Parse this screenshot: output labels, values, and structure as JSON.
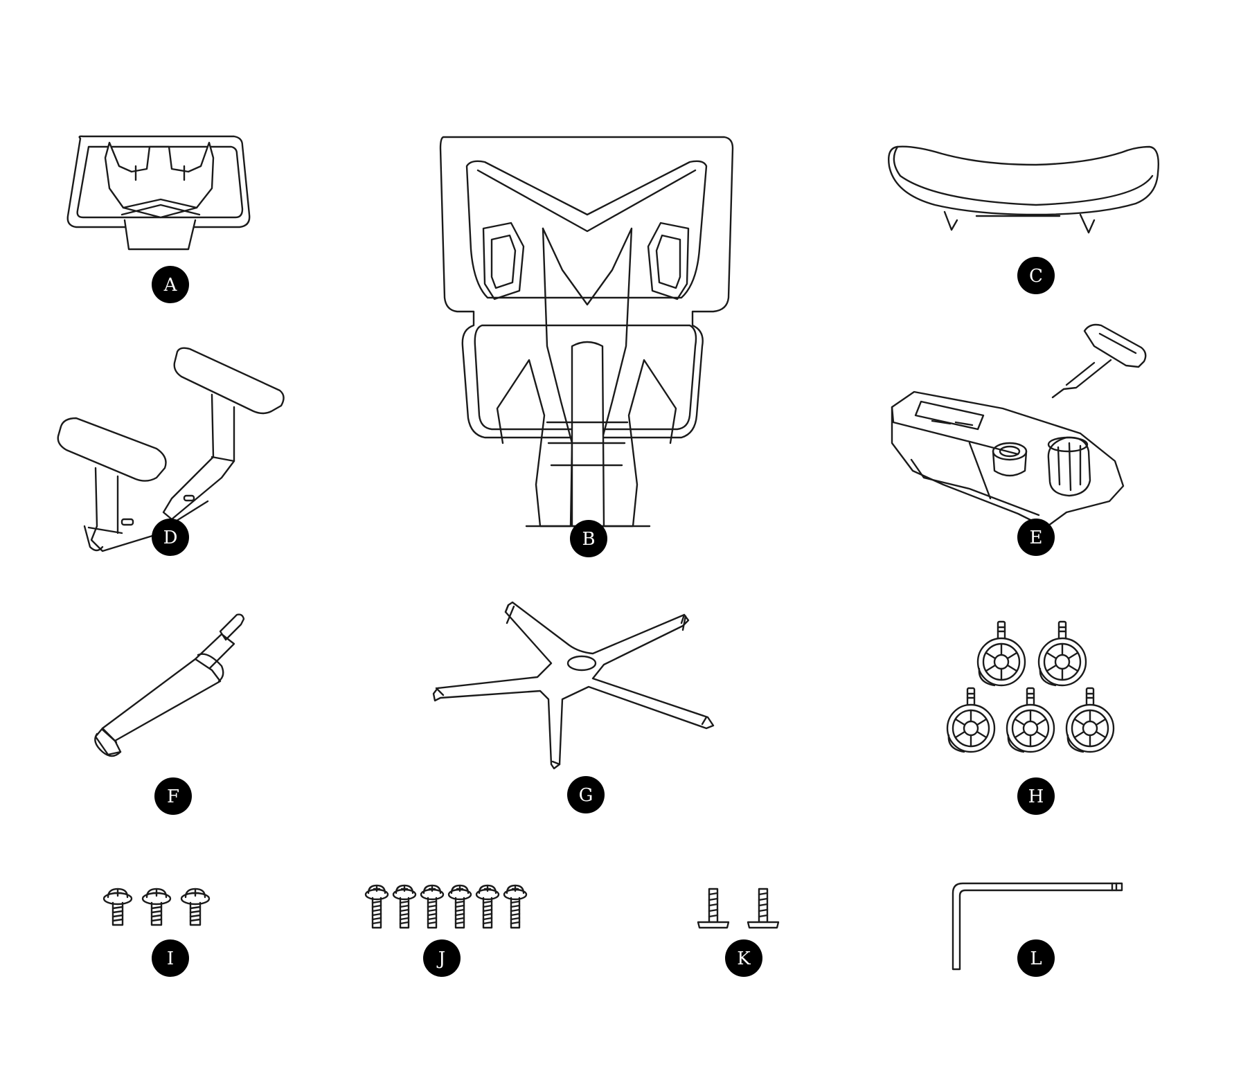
{
  "diagram": {
    "parts": [
      {
        "id": "A",
        "label": "A",
        "part": "headrest"
      },
      {
        "id": "B",
        "label": "B",
        "part": "backrest"
      },
      {
        "id": "C",
        "label": "C",
        "part": "seat cushion"
      },
      {
        "id": "D",
        "label": "D",
        "part": "armrests"
      },
      {
        "id": "E",
        "label": "E",
        "part": "seat mechanism"
      },
      {
        "id": "F",
        "label": "F",
        "part": "gas cylinder"
      },
      {
        "id": "G",
        "label": "G",
        "part": "five-star base"
      },
      {
        "id": "H",
        "label": "H",
        "part": "casters"
      },
      {
        "id": "I",
        "label": "I",
        "part": "bolts"
      },
      {
        "id": "J",
        "label": "J",
        "part": "bolts"
      },
      {
        "id": "K",
        "label": "K",
        "part": "screws"
      },
      {
        "id": "L",
        "label": "L",
        "part": "hex key"
      }
    ],
    "quantities": {
      "H": 5,
      "I": 3,
      "J": 6,
      "K": 2
    }
  }
}
